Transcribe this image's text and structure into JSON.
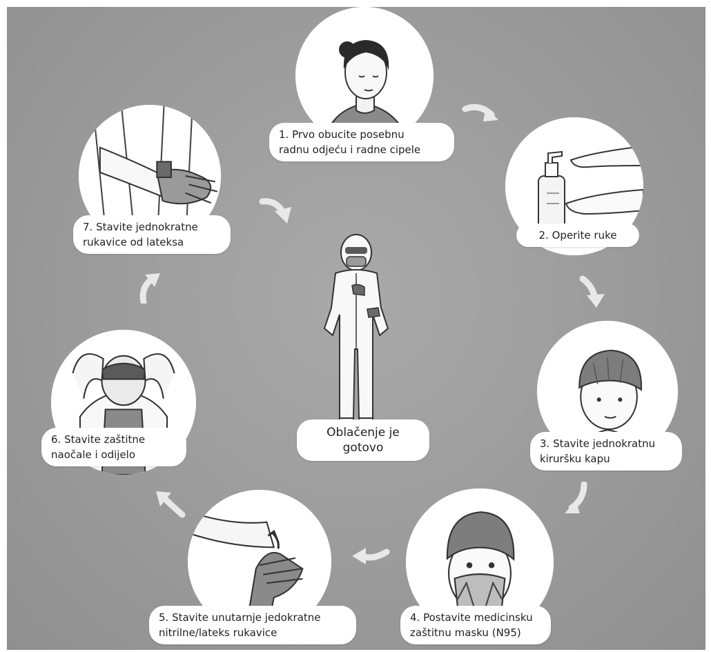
{
  "steps": [
    {
      "text": "1. Prvo obucite posebnu\nradnu odjeću i radne cipele"
    },
    {
      "text": "2. Operite ruke"
    },
    {
      "text": "3. Stavite jednokratnu\nkiruršku kapu"
    },
    {
      "text": "4. Postavite medicinsku\nzaštitnu masku (N95)"
    },
    {
      "text": "5. Stavite unutarnje jedokratne\nnitrilne/lateks rukavice"
    },
    {
      "text": "6. Stavite zaštitne\nnaočale i odijelo"
    },
    {
      "text": "7. Stavite jednokratne\nrukavice od lateksa"
    }
  ],
  "center": {
    "text": "Oblačenje je gotovo"
  },
  "colors": {
    "background": "#9b9b9b",
    "circle": "#ffffff",
    "arrow": "#e8e8e8",
    "line": "#333333"
  },
  "icons": [
    "woman-workwear-icon",
    "hand-washing-icon",
    "surgical-cap-icon",
    "n95-mask-icon",
    "inner-gloves-icon",
    "goggles-suit-icon",
    "outer-gloves-icon",
    "full-ppe-figure-icon",
    "curved-arrow-icon"
  ]
}
